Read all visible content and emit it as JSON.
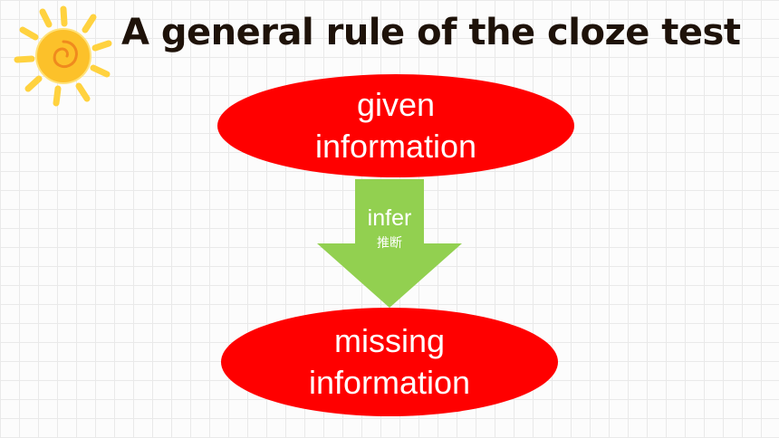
{
  "slide": {
    "title": "A general rule of the cloze test"
  },
  "diagram": {
    "top_node": "given\ninformation",
    "arrow_label": "infer",
    "arrow_sublabel": "推断",
    "bottom_node": "missing\ninformation"
  },
  "colors": {
    "node_fill": "#ff0000",
    "arrow_fill": "#92d050",
    "text_on_shapes": "#ffffff",
    "title_text": "#1e1209",
    "sun_rays": "#ffd23f",
    "sun_body": "#fcc12a"
  },
  "icons": {
    "decoration": "sun-icon"
  }
}
